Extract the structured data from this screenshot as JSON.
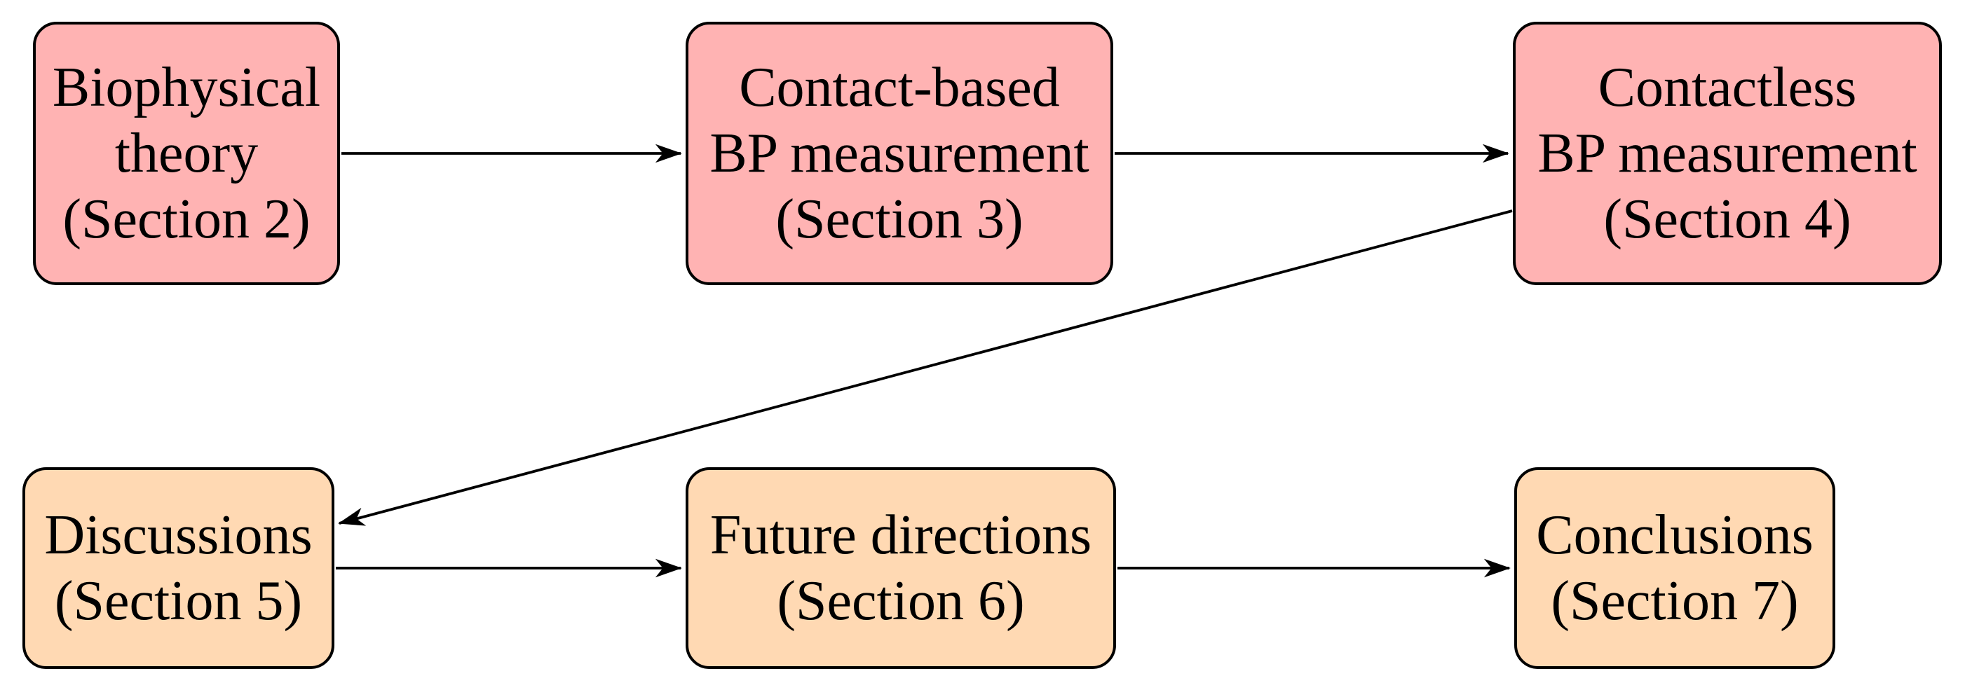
{
  "figure": {
    "background": "#ffffff",
    "top_row_fill": "#FFB3B3",
    "bottom_row_fill": "#FFD9B3",
    "node_border_color": "#000000",
    "arrow_color": "#000000"
  },
  "nodes": [
    {
      "id": "biophysical-theory",
      "lines": [
        "Biophysical",
        "theory",
        "(Section 2)"
      ]
    },
    {
      "id": "contact-based-bp",
      "lines": [
        "Contact-based",
        "BP measurement",
        "(Section 3)"
      ]
    },
    {
      "id": "contactless-bp",
      "lines": [
        "Contactless",
        "BP measurement",
        "(Section 4)"
      ]
    },
    {
      "id": "discussions",
      "lines": [
        "Discussions",
        "(Section 5)"
      ]
    },
    {
      "id": "future-directions",
      "lines": [
        "Future directions",
        "(Section 6)"
      ]
    },
    {
      "id": "conclusions",
      "lines": [
        "Conclusions",
        "(Section 7)"
      ]
    }
  ],
  "edges": [
    {
      "from": "biophysical-theory",
      "to": "contact-based-bp"
    },
    {
      "from": "contact-based-bp",
      "to": "contactless-bp"
    },
    {
      "from": "contactless-bp",
      "to": "discussions"
    },
    {
      "from": "discussions",
      "to": "future-directions"
    },
    {
      "from": "future-directions",
      "to": "conclusions"
    }
  ]
}
